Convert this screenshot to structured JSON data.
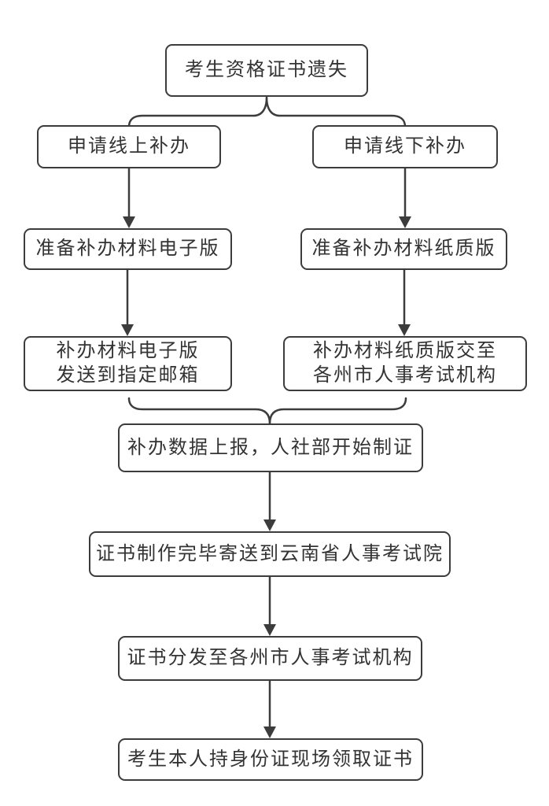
{
  "flowchart": {
    "type": "flowchart",
    "direction": "top-down",
    "colors": {
      "line": "#3c3c3c",
      "text": "#333333",
      "node_background": "#ffffff",
      "page_background": "#ffffff"
    },
    "nodes": {
      "lost": {
        "label": "考生资格证书遗失"
      },
      "apply_online": {
        "label": "申请线上补办"
      },
      "apply_offline": {
        "label": "申请线下补办"
      },
      "prepare_digital": {
        "label": "准备补办材料电子版"
      },
      "prepare_paper": {
        "label": "准备补办材料纸质版"
      },
      "send_email": {
        "line1": "补办材料电子版",
        "line2": "发送到指定邮箱"
      },
      "submit_paper": {
        "line1": "补办材料纸质版交至",
        "line2": "各州市人事考试机构"
      },
      "report": {
        "label": "补办数据上报，人社部开始制证"
      },
      "made_sent": {
        "label": "证书制作完毕寄送到云南省人事考试院"
      },
      "distribute": {
        "label": "证书分发至各州市人事考试机构"
      },
      "collect": {
        "label": "考生本人持身份证现场领取证书"
      }
    },
    "edges": [
      {
        "from": "lost",
        "to": "apply_online",
        "style": "brace-split"
      },
      {
        "from": "lost",
        "to": "apply_offline",
        "style": "brace-split"
      },
      {
        "from": "apply_online",
        "to": "prepare_digital",
        "style": "arrow"
      },
      {
        "from": "apply_offline",
        "to": "prepare_paper",
        "style": "arrow"
      },
      {
        "from": "prepare_digital",
        "to": "send_email",
        "style": "arrow"
      },
      {
        "from": "prepare_paper",
        "to": "submit_paper",
        "style": "arrow"
      },
      {
        "from": "send_email",
        "to": "report",
        "style": "brace-merge"
      },
      {
        "from": "submit_paper",
        "to": "report",
        "style": "brace-merge"
      },
      {
        "from": "report",
        "to": "made_sent",
        "style": "arrow"
      },
      {
        "from": "made_sent",
        "to": "distribute",
        "style": "arrow"
      },
      {
        "from": "distribute",
        "to": "collect",
        "style": "arrow"
      }
    ]
  }
}
